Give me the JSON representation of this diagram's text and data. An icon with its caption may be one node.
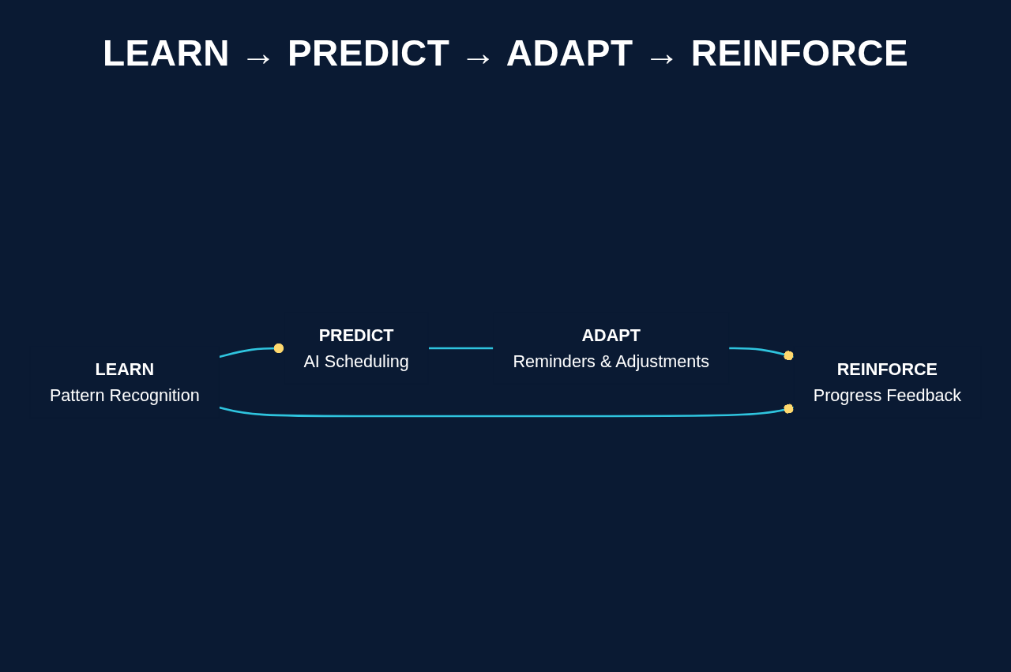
{
  "diagram": {
    "title": "LEARN → PREDICT → ADAPT → REINFORCE",
    "nodes": [
      {
        "text": [
          "LEARN",
          "Pattern Recognition"
        ]
      },
      {
        "text": [
          "PREDICT",
          "AI Scheduling"
        ]
      },
      {
        "text": [
          "ADAPT",
          "Reminders & Adjustments"
        ]
      },
      {
        "text": [
          "REINFORCE",
          "Progress Feedback"
        ]
      }
    ],
    "edges": [
      {
        "from": 0,
        "to": 1,
        "arrow": "other"
      },
      {
        "from": 1,
        "to": 2,
        "arrow": "none"
      },
      {
        "from": 2,
        "to": 3,
        "arrow": "other"
      },
      {
        "from": 0,
        "to": 3,
        "arrow": "other"
      }
    ]
  }
}
